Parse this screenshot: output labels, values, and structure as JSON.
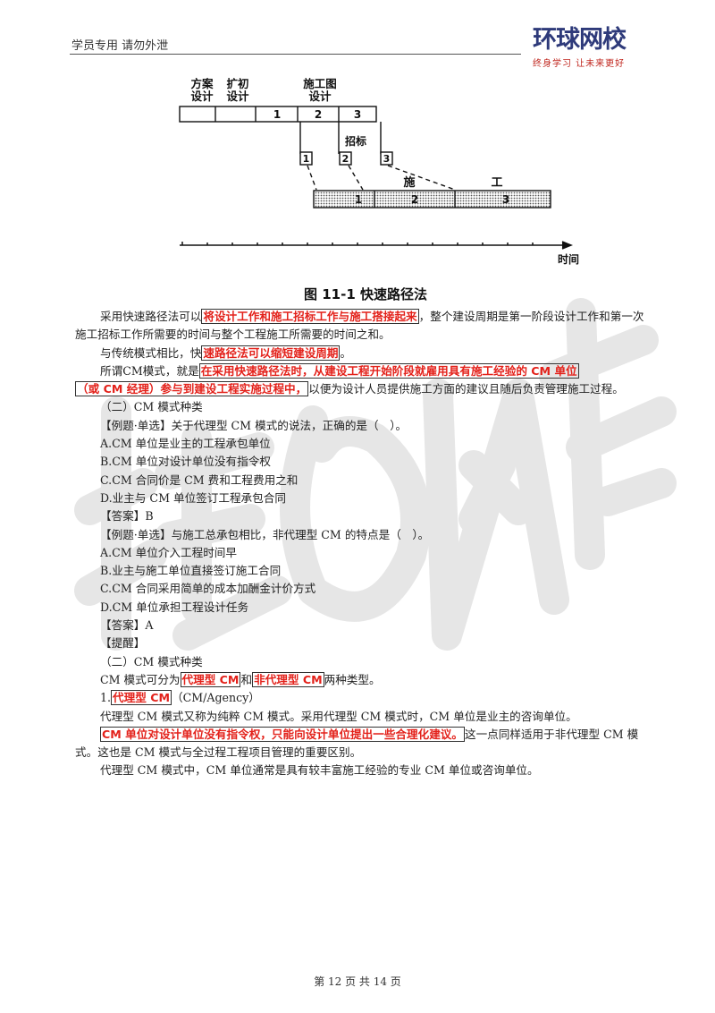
{
  "header": {
    "left_text": "学员专用 请勿外泄",
    "logo_name": "环球网校",
    "logo_slogan": "终身学习 让未来更好"
  },
  "figure": {
    "top_labels": [
      "方案\n设计",
      "扩初\n设计",
      "施工图\n设计"
    ],
    "design_segments": [
      "1",
      "2",
      "3"
    ],
    "tender_label": "招标",
    "tender_boxes": [
      "1",
      "2",
      "3"
    ],
    "construction_label_chars": [
      "施",
      "工"
    ],
    "construction_segments": [
      "1",
      "2",
      "3"
    ],
    "time_label": "时间",
    "caption": "图 11-1   快速路径法"
  },
  "body": {
    "p1": {
      "a": "采用快速路径法可以",
      "hl": "将设计工作和施工招标工作与施工搭接起来",
      "b": "，整个建设周期是第一阶段设计工作和第一次施工招标工作所需要的时间与整个工程施工所需要的时间之和。"
    },
    "p2": {
      "a": "与传统模式相比，快",
      "hl": "速路径法可以缩短建设周期",
      "b": "。"
    },
    "p3": {
      "a": "所谓CM模式，就是",
      "hl1": "在采用快速路径法时，从建设工程开始阶段就雇用具有施工经验的 CM 单位",
      "hl2": "（或 CM 经理）参与到建设工程实施过程中，",
      "b": "以便为设计人员提供施工方面的建议且随后负责管理施工过程。"
    },
    "section1": "（二）CM 模式种类",
    "q1": {
      "stem": "【例题·单选】关于代理型 CM 模式的说法，正确的是（　）。",
      "options": [
        "A.CM 单位是业主的工程承包单位",
        "B.CM 单位对设计单位没有指令权",
        "C.CM 合同价是 CM 费和工程费用之和",
        "D.业主与 CM 单位签订工程承包合同"
      ],
      "answer": "【答案】B"
    },
    "q2": {
      "stem": "【例题·单选】与施工总承包相比，非代理型 CM 的特点是（　）。",
      "options": [
        "A.CM 单位介入工程时间早",
        "B.业主与施工单位直接签订施工合同",
        "C.CM 合同采用简单的成本加酬金计价方式",
        "D.CM 单位承担工程设计任务"
      ],
      "answer": "【答案】A"
    },
    "reminder": "【提醒】",
    "section2": "（二）CM 模式种类",
    "p4": {
      "a": "CM 模式可分为",
      "hl1": "代理型 CM",
      "mid": "和",
      "hl2": "非代理型 CM",
      "b": "两种类型。"
    },
    "p5": {
      "a": "1.",
      "hl": "代理型 CM",
      "b": "（CM/Agency）"
    },
    "p6": "代理型 CM 模式又称为纯粹 CM 模式。采用代理型 CM 模式时，CM 单位是业主的咨询单位。",
    "p7": {
      "hl": "CM 单位对设计单位没有指令权，只能向设计单位提出一些合理化建议。",
      "b": "这一点同样适用于非代理型 CM 模式。这也是 CM 模式与全过程工程项目管理的重要区别。"
    },
    "p8": "代理型 CM 模式中，CM 单位通常是具有较丰富施工经验的专业 CM 单位或咨询单位。"
  },
  "footer": {
    "page": "第 12 页 共 14 页"
  }
}
